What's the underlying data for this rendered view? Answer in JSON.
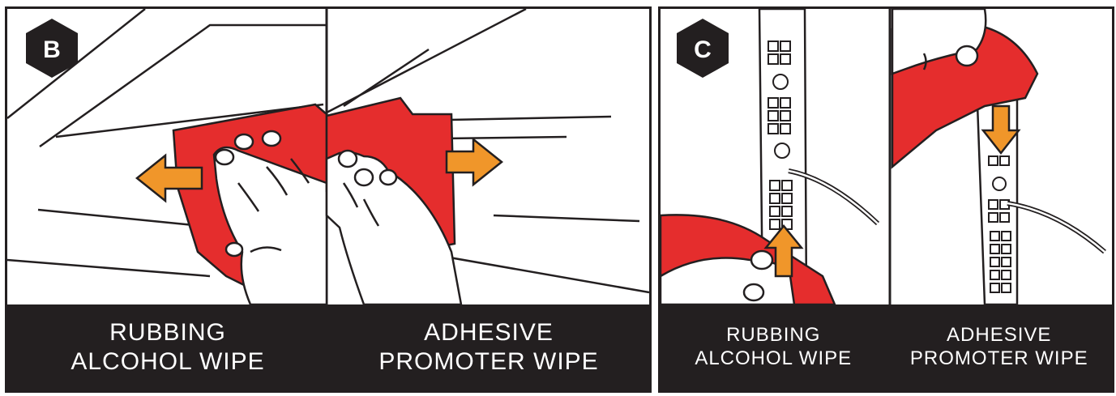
{
  "colors": {
    "frame": "#231f20",
    "cloth": "#e52d2d",
    "arrow": "#f0962a",
    "caption_text": "#ffffff"
  },
  "step_b": {
    "badge": "B",
    "captions": [
      {
        "line1": "RUBBING",
        "line2": "ALCOHOL WIPE"
      },
      {
        "line1": "ADHESIVE",
        "line2": "PROMOTER WIPE"
      }
    ]
  },
  "step_c": {
    "badge": "C",
    "captions": [
      {
        "line1": "RUBBING",
        "line2": "ALCOHOL WIPE"
      },
      {
        "line1": "ADHESIVE",
        "line2": "PROMOTER WIPE"
      }
    ]
  }
}
